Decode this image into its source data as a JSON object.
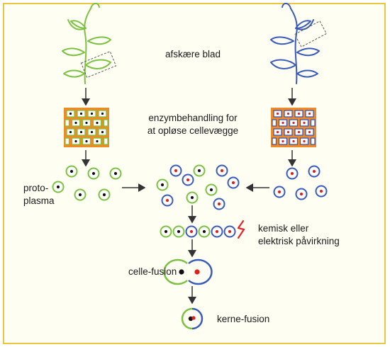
{
  "labels": {
    "cut_leaf": "afskære blad",
    "enzyme_1": "enzymbehandling for",
    "enzyme_2": "at opløse cellevægge",
    "protoplasm_1": "proto-",
    "protoplasm_2": "plasma",
    "stimulus_1": "kemisk eller",
    "stimulus_2": "elektrisk påvirkning",
    "cell_fusion": "celle-fusion",
    "nucleus_fusion": "kerne-fusion"
  },
  "colors": {
    "border": "#e8c840",
    "background": "#fffef3",
    "green_plant": "#7cc142",
    "blue_plant": "#3a5bb8",
    "nucleus_red": "#e02020",
    "nucleus_black": "#111111",
    "cell_wall_orange": "#f08a24",
    "lightning": "#e0262c",
    "arrow": "#333333"
  },
  "icons": {
    "plant": "plant-sprout-icon",
    "tissue": "cell-tissue-grid-icon",
    "protoplast": "protoplast-circle-icon",
    "stimulus": "lightning-bolt-icon"
  }
}
